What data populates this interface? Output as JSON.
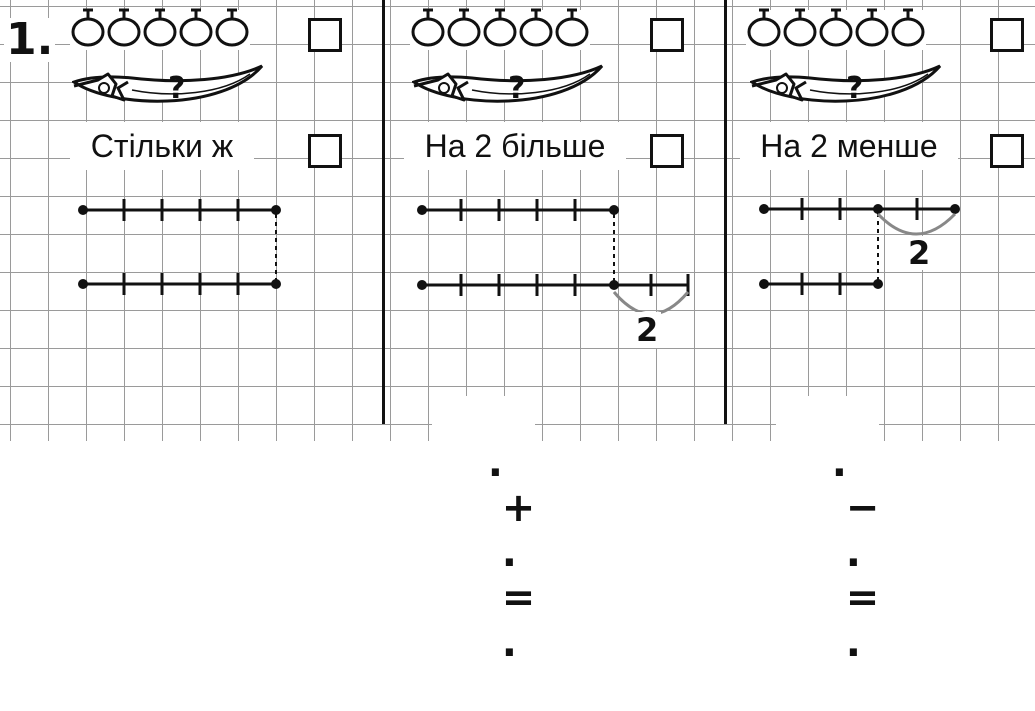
{
  "task": {
    "number": "1."
  },
  "columns": [
    {
      "label": "Стільки ж",
      "difference": "",
      "equation": {
        "operator": "",
        "equals": ""
      }
    },
    {
      "label": "На 2 більше",
      "difference": "2",
      "equation": {
        "operator": "+",
        "equals": "="
      }
    },
    {
      "label": "На 2 менше",
      "difference": "2",
      "equation": {
        "operator": "−",
        "equals": "="
      }
    }
  ],
  "icons": {
    "top_items": "circle-with-stem-icon",
    "middle_item": "pea-pod-icon",
    "answer_box": "square-box-icon"
  },
  "colors": {
    "ink": "#111111",
    "grid": "#9a9a9a",
    "arc": "#888888",
    "background": "#ffffff"
  }
}
